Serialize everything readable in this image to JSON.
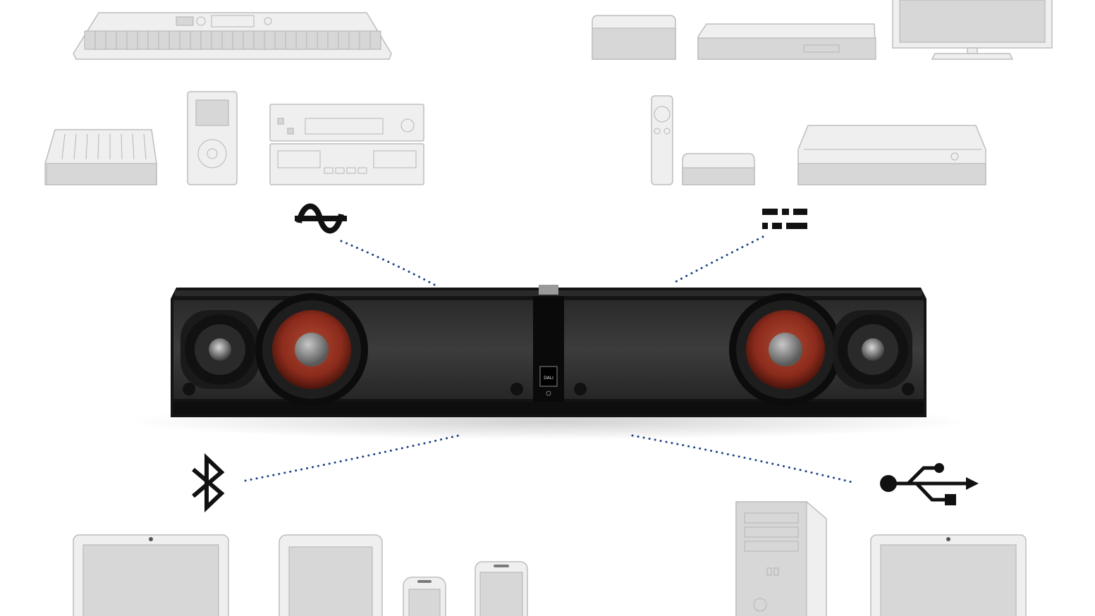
{
  "scene": {
    "subject": "soundbar",
    "brand_badge_text": "DALI",
    "colors": {
      "background": "#ffffff",
      "soundbar_body": "#1a1a1a",
      "soundbar_panel": "#3a3a3a",
      "woofer_cone": "#8b2b1c",
      "device_fill": "#efefef",
      "device_stroke": "#bdbdbd",
      "connection_dots": "#1b3f86",
      "icons": "#111111"
    }
  },
  "connections": [
    {
      "id": "analog",
      "icon": "analog-wave-icon"
    },
    {
      "id": "optical",
      "icon": "optical-digital-icon"
    },
    {
      "id": "bluetooth",
      "icon": "bluetooth-icon"
    },
    {
      "id": "usb",
      "icon": "usb-icon"
    }
  ],
  "device_groups": {
    "analog": [
      "keyboard",
      "mixer",
      "ipod",
      "hifi-stack"
    ],
    "optical": [
      "mac-mini",
      "bluray-player",
      "tv",
      "apple-remote",
      "apple-tv",
      "playstation"
    ],
    "bluetooth": [
      "laptop",
      "tablet",
      "phone-small",
      "phone-large"
    ],
    "usb": [
      "desktop-tower",
      "laptop"
    ]
  }
}
